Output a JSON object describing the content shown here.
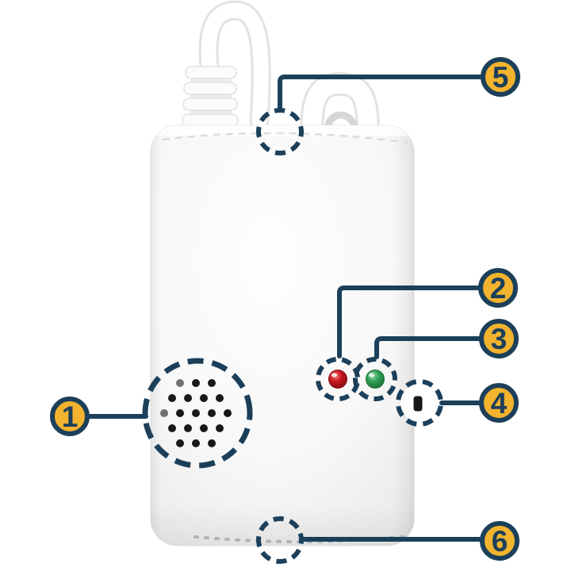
{
  "figure": {
    "type": "annotated-product-photo",
    "subject": "white-plug-in-gas-alarm-detector",
    "background": "#ffffff"
  },
  "colors": {
    "callout_navy": "#1c3f5a",
    "callout_yellow": "#f2b32e",
    "led_red": "#c41421",
    "led_red_dark": "#7d0d14",
    "led_green": "#2f9e53",
    "led_green_dark": "#1b6b36",
    "device_body_light": "#fdfdfd",
    "device_body_edge": "#e9e9e9",
    "button_black": "#161616"
  },
  "callouts": [
    {
      "label": "1",
      "target": "speaker-grille"
    },
    {
      "label": "2",
      "target": "red-alarm-led"
    },
    {
      "label": "3",
      "target": "green-power-led"
    },
    {
      "label": "4",
      "target": "test-button"
    },
    {
      "label": "5",
      "target": "power-cord-entry"
    },
    {
      "label": "6",
      "target": "bottom-vent-slots"
    }
  ]
}
